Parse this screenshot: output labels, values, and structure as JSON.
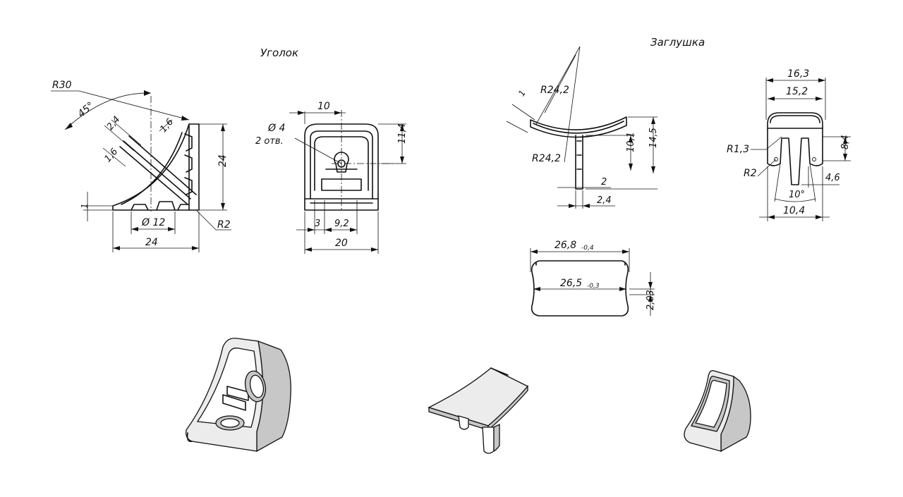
{
  "titles": {
    "corner": "Уголок",
    "cap": "Заглушка"
  },
  "corner_side_view": {
    "radius_outer": "R30",
    "angle": "45°",
    "dim_2_4": "2,4",
    "dim_1_6_a": "1,6",
    "dim_1_6_b": "1,6",
    "height": "24",
    "bottom_thickness": "1",
    "hole_diameter": "Ø 12",
    "radius_small": "R2",
    "width": "24"
  },
  "corner_front_view": {
    "top_offset": "10",
    "hole_label": "Ø 4",
    "hole_count": "2 отв.",
    "height": "11,4",
    "offset_3": "3",
    "spacing": "9,2",
    "width": "20"
  },
  "cap_side_view": {
    "thickness": "1",
    "radius_top": "R24,2",
    "radius_bottom": "R24,2",
    "pin_height": "10,1",
    "total_height": "14,5",
    "pin_width": "2",
    "pin_width_2": "2,4"
  },
  "cap_front_view": {
    "width_outer": "16,3",
    "width_inner": "15,2",
    "radius_a": "R1,3",
    "height": "8,4",
    "radius_b": "R2",
    "leg_offset": "4,6",
    "angle": "10°",
    "base_width": "10,4"
  },
  "cap_top_view": {
    "length_outer": "26,8",
    "tol_outer": "-0,4",
    "length_inner": "26,5",
    "tol_inner": "-0,3",
    "thickness": "2,03"
  }
}
